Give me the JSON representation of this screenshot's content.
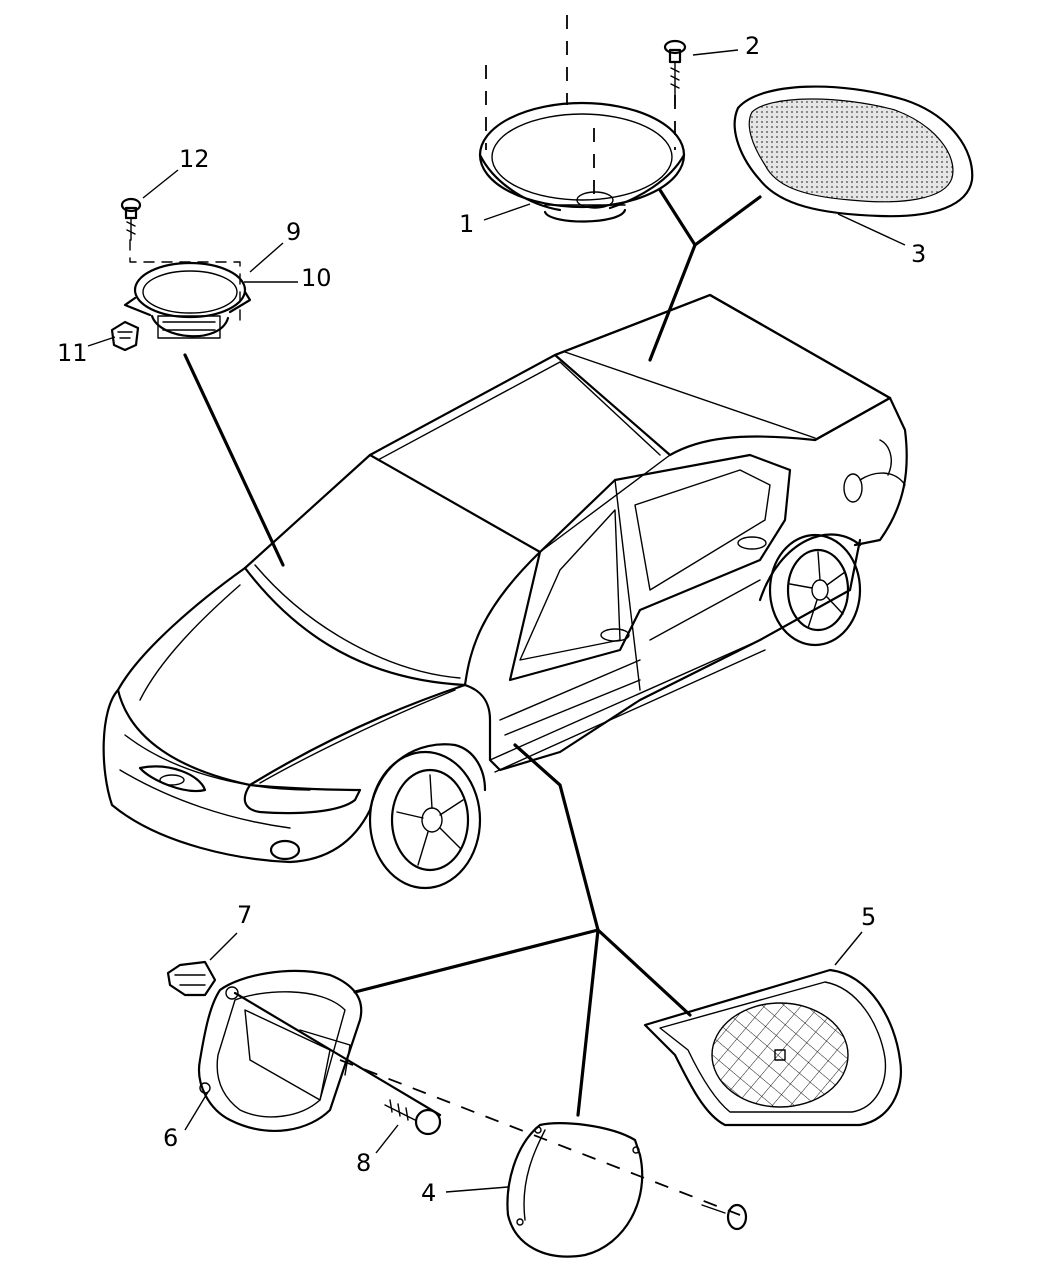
{
  "callouts": [
    {
      "id": "1",
      "text": "1"
    },
    {
      "id": "2",
      "text": "2"
    },
    {
      "id": "3",
      "text": "3"
    },
    {
      "id": "4",
      "text": "4"
    },
    {
      "id": "5",
      "text": "5"
    },
    {
      "id": "6",
      "text": "6"
    },
    {
      "id": "7",
      "text": "7"
    },
    {
      "id": "8",
      "text": "8"
    },
    {
      "id": "9",
      "text": "9"
    },
    {
      "id": "10",
      "text": "10"
    },
    {
      "id": "11",
      "text": "11"
    },
    {
      "id": "12",
      "text": "12"
    }
  ],
  "colors": {
    "line": "#000000",
    "background": "#ffffff",
    "mesh_fill": "#d9d9d9"
  }
}
